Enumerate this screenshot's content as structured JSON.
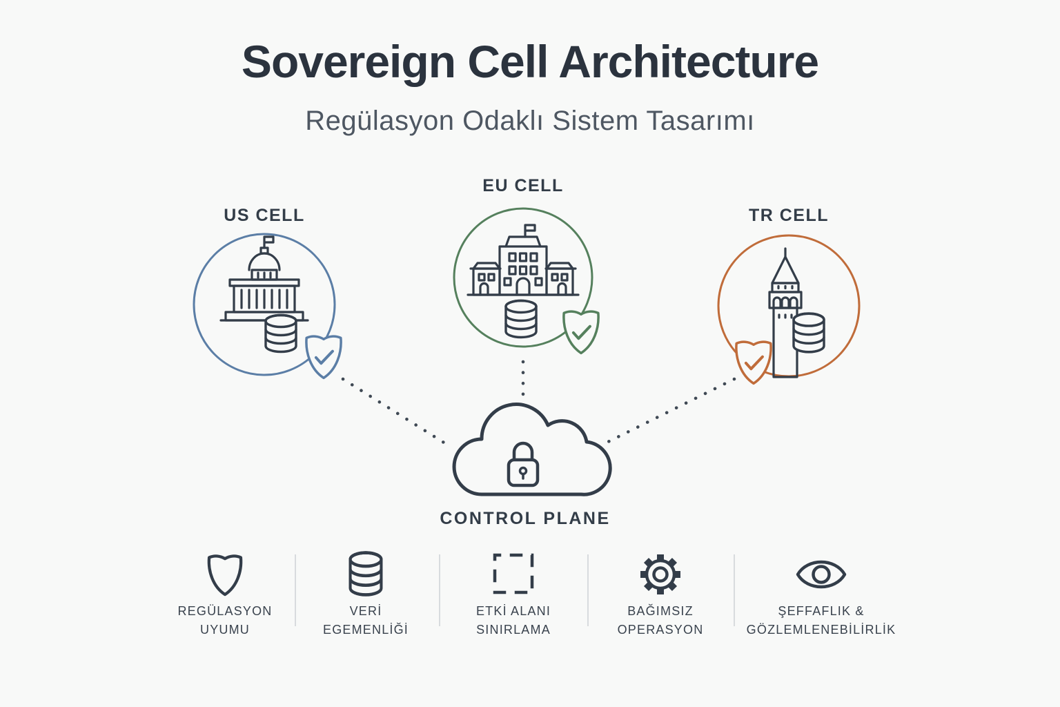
{
  "title": "Sovereign Cell Architecture",
  "subtitle": "Regülasyon Odaklı Sistem Tasarımı",
  "cells": [
    {
      "id": "us",
      "label": "US CELL",
      "color": "#5b7ea6",
      "icons": [
        "capitol-building-icon",
        "database-icon",
        "shield-check-icon"
      ]
    },
    {
      "id": "eu",
      "label": "EU CELL",
      "color": "#55805d",
      "icons": [
        "parliament-building-icon",
        "database-icon",
        "shield-check-icon"
      ]
    },
    {
      "id": "tr",
      "label": "TR CELL",
      "color": "#c06c3a",
      "icons": [
        "galata-tower-icon",
        "database-icon",
        "shield-check-icon"
      ]
    }
  ],
  "control_plane": {
    "label": "CONTROL PLANE",
    "icons": [
      "cloud-icon",
      "lock-icon"
    ]
  },
  "features": [
    {
      "icon": "shield-icon",
      "line1": "REGÜLASYON",
      "line2": "UYUMU"
    },
    {
      "icon": "database-icon",
      "line1": "VERİ",
      "line2": "EGEMENLİĞİ"
    },
    {
      "icon": "dashed-boundary-icon",
      "line1": "ETKİ ALANI",
      "line2": "SINIRLAMA"
    },
    {
      "icon": "gear-icon",
      "line1": "BAĞIMSIZ",
      "line2": "OPERASYON"
    },
    {
      "icon": "eye-icon",
      "line1": "ŞEFFAFLIK &",
      "line2": "GÖZLEMLENEBİLİRLİK"
    }
  ],
  "colors": {
    "bg": "#f8f9f8",
    "ink": "#333d49",
    "us": "#5b7ea6",
    "eu": "#55805d",
    "tr": "#c06c3a",
    "dots": "#3f4954",
    "divider": "#d8dbde",
    "title": "#2b333e",
    "subtitle": "#4e5762",
    "label": "#333d48",
    "feature": "#39424d"
  }
}
